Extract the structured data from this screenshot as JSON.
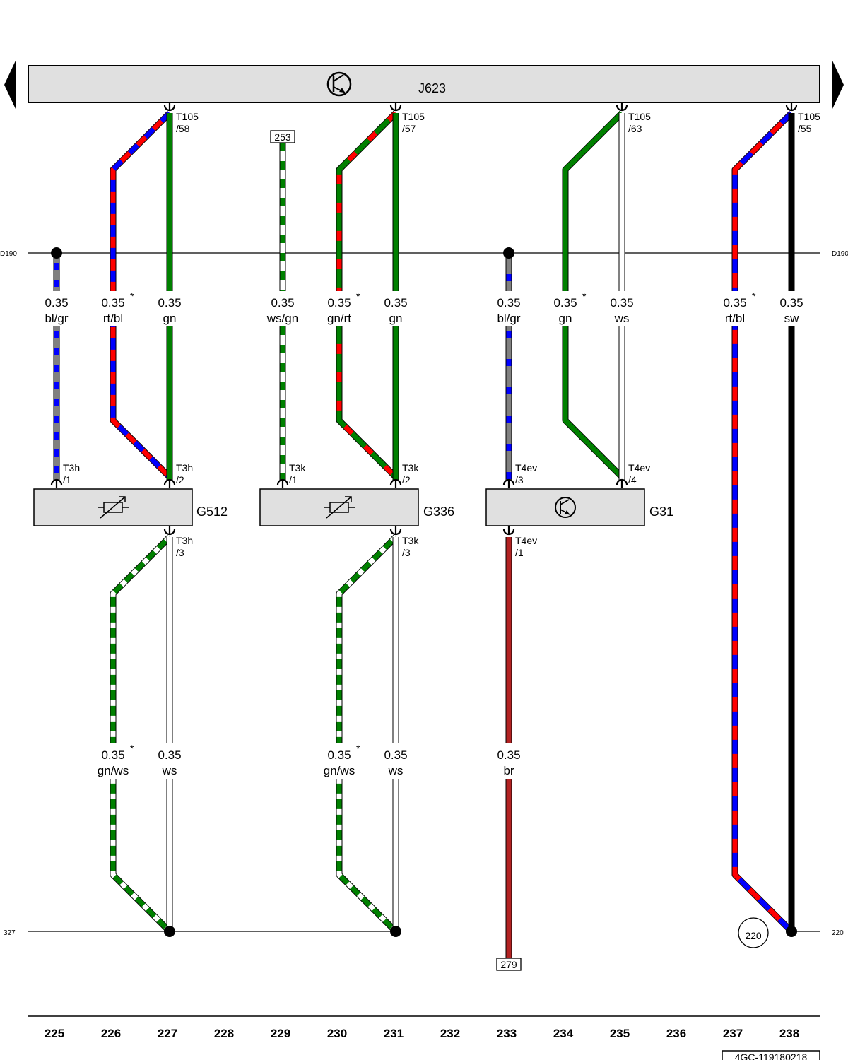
{
  "colors": {
    "bl": "#0000ff",
    "gr": "#808080",
    "rt": "#ff0000",
    "gn": "#008000",
    "ws": "#ffffff",
    "sw": "#000000",
    "br": "#b22222",
    "box_fill": "#e0e0e0"
  },
  "header": {
    "component": "J623",
    "icon": "transistor-icon",
    "nav_left": "arrow-left-icon",
    "nav_right": "arrow-right-icon"
  },
  "bus": {
    "left_label": "D190",
    "right_label": "D190"
  },
  "ground_line": {
    "left_label": "327",
    "right_label": "220"
  },
  "refs": {
    "top_253": "253",
    "bottom_279": "279",
    "circle_220": "220"
  },
  "components": [
    {
      "name": "G512",
      "icon": "potentiometer-icon"
    },
    {
      "name": "G336",
      "icon": "potentiometer-icon"
    },
    {
      "name": "G31",
      "icon": "transistor-icon"
    }
  ],
  "pins": {
    "t105_58": {
      "a": "T105",
      "b": "/58"
    },
    "t105_57": {
      "a": "T105",
      "b": "/57"
    },
    "t105_63": {
      "a": "T105",
      "b": "/63"
    },
    "t105_55": {
      "a": "T105",
      "b": "/55"
    },
    "t3h_1": {
      "a": "T3h",
      "b": "/1"
    },
    "t3h_2": {
      "a": "T3h",
      "b": "/2"
    },
    "t3h_3": {
      "a": "T3h",
      "b": "/3"
    },
    "t3k_1": {
      "a": "T3k",
      "b": "/1"
    },
    "t3k_2": {
      "a": "T3k",
      "b": "/2"
    },
    "t3k_3": {
      "a": "T3k",
      "b": "/3"
    },
    "t4ev_3": {
      "a": "T4ev",
      "b": "/3"
    },
    "t4ev_4": {
      "a": "T4ev",
      "b": "/4"
    },
    "t4ev_1": {
      "a": "T4ev",
      "b": "/1"
    }
  },
  "wires": {
    "w225": {
      "size": "0.35",
      "color": "bl/gr"
    },
    "w226": {
      "size": "0.35",
      "color": "rt/bl",
      "mark": "*"
    },
    "w227": {
      "size": "0.35",
      "color": "gn"
    },
    "w229": {
      "size": "0.35",
      "color": "ws/gn"
    },
    "w230": {
      "size": "0.35",
      "color": "gn/rt",
      "mark": "*"
    },
    "w231": {
      "size": "0.35",
      "color": "gn"
    },
    "w233": {
      "size": "0.35",
      "color": "bl/gr"
    },
    "w234": {
      "size": "0.35",
      "color": "gn",
      "mark": "*"
    },
    "w235": {
      "size": "0.35",
      "color": "ws"
    },
    "w237": {
      "size": "0.35",
      "color": "rt/bl",
      "mark": "*"
    },
    "w238": {
      "size": "0.35",
      "color": "sw"
    },
    "w226b": {
      "size": "0.35",
      "color": "gn/ws",
      "mark": "*"
    },
    "w227b": {
      "size": "0.35",
      "color": "ws"
    },
    "w230b": {
      "size": "0.35",
      "color": "gn/ws",
      "mark": "*"
    },
    "w231b": {
      "size": "0.35",
      "color": "ws"
    },
    "w233b": {
      "size": "0.35",
      "color": "br"
    }
  },
  "columns": [
    "225",
    "226",
    "227",
    "228",
    "229",
    "230",
    "231",
    "232",
    "233",
    "234",
    "235",
    "236",
    "237",
    "238"
  ],
  "doc_code": "4GC-119180218"
}
